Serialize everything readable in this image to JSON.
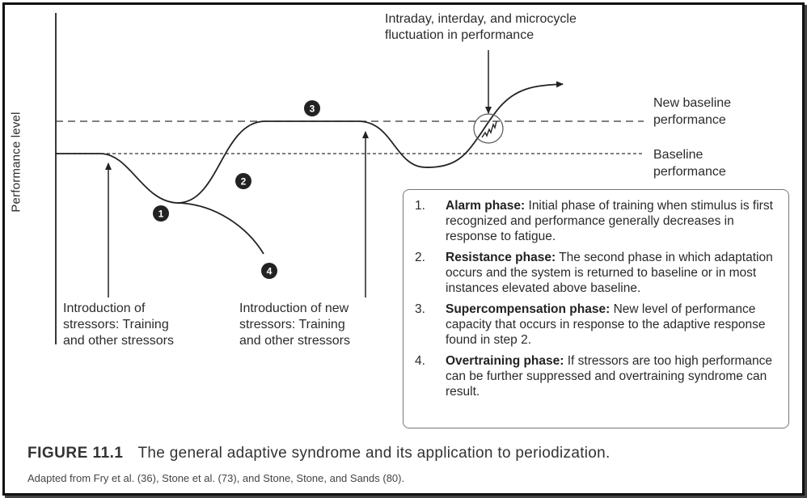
{
  "y_axis_label": "Performance level",
  "top_note_line1": "Intraday, interday, and microcycle",
  "top_note_line2": "fluctuation in performance",
  "new_baseline_line1": "New baseline",
  "new_baseline_line2": "performance",
  "baseline_line1": "Baseline",
  "baseline_line2": "performance",
  "intro_left_line1": "Introduction of",
  "intro_left_line2": "stressors: Training",
  "intro_left_line3": "and other stressors",
  "intro_right_line1": "Introduction of new",
  "intro_right_line2": "stressors: Training",
  "intro_right_line3": "and other stressors",
  "markers": [
    "1",
    "2",
    "3",
    "4"
  ],
  "phases": [
    {
      "num": "1.",
      "name": "Alarm phase:",
      "text": " Initial phase of training when stimulus is first recognized and performance generally decreases in response to fatigue."
    },
    {
      "num": "2.",
      "name": "Resistance phase:",
      "text": " The second phase in which adaptation occurs and the system is returned to baseline or in most instances elevated above baseline."
    },
    {
      "num": "3.",
      "name": "Supercompensation phase:",
      "text": " New level of performance capacity that occurs in response to the adaptive response found in step 2."
    },
    {
      "num": "4.",
      "name": "Overtraining phase:",
      "text": " If stressors are too high performance can be further suppressed and overtraining syndrome can result."
    }
  ],
  "caption_label": "FIGURE 11.1",
  "caption_text": "The general adaptive syndrome and its application to periodization.",
  "source_text": "Adapted from Fry et al. (36), Stone et al. (73), and Stone, Stone, and Sands (80)."
}
